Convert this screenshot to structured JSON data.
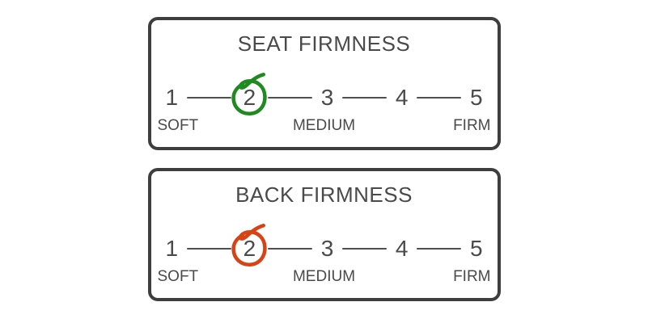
{
  "colors": {
    "background": "#ffffff",
    "panel_border": "#3e3e3e",
    "text": "#4a4a4a",
    "connector_line": "#4f4f4f",
    "seat_circle": "#1f8a1f",
    "back_circle": "#d84315"
  },
  "panels": [
    {
      "title": "SEAT FIRMNESS",
      "scale": [
        "1",
        "2",
        "3",
        "4",
        "5"
      ],
      "circled_value": "2",
      "circled_index": 1,
      "circle_color": "#1f8a1f",
      "labels": {
        "left": "SOFT",
        "center": "MEDIUM",
        "right": "FIRM"
      }
    },
    {
      "title": "BACK FIRMNESS",
      "scale": [
        "1",
        "2",
        "3",
        "4",
        "5"
      ],
      "circled_value": "2",
      "circled_index": 1,
      "circle_color": "#d84315",
      "labels": {
        "left": "SOFT",
        "center": "MEDIUM",
        "right": "FIRM"
      }
    }
  ]
}
